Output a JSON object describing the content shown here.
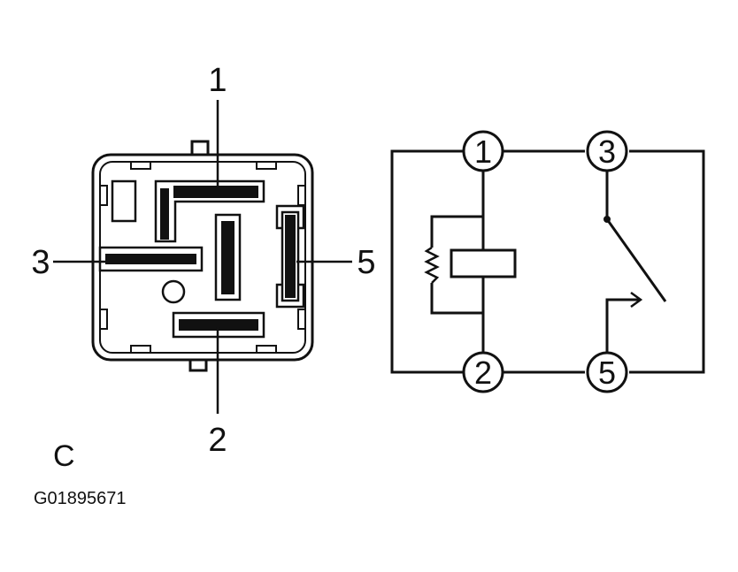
{
  "relay_view": {
    "pin_labels": {
      "top": "1",
      "left": "3",
      "right": "5",
      "bottom": "2"
    }
  },
  "schematic": {
    "nodes": [
      "1",
      "3",
      "2",
      "5"
    ]
  },
  "figure_letter": "C",
  "figure_id": "G01895671"
}
